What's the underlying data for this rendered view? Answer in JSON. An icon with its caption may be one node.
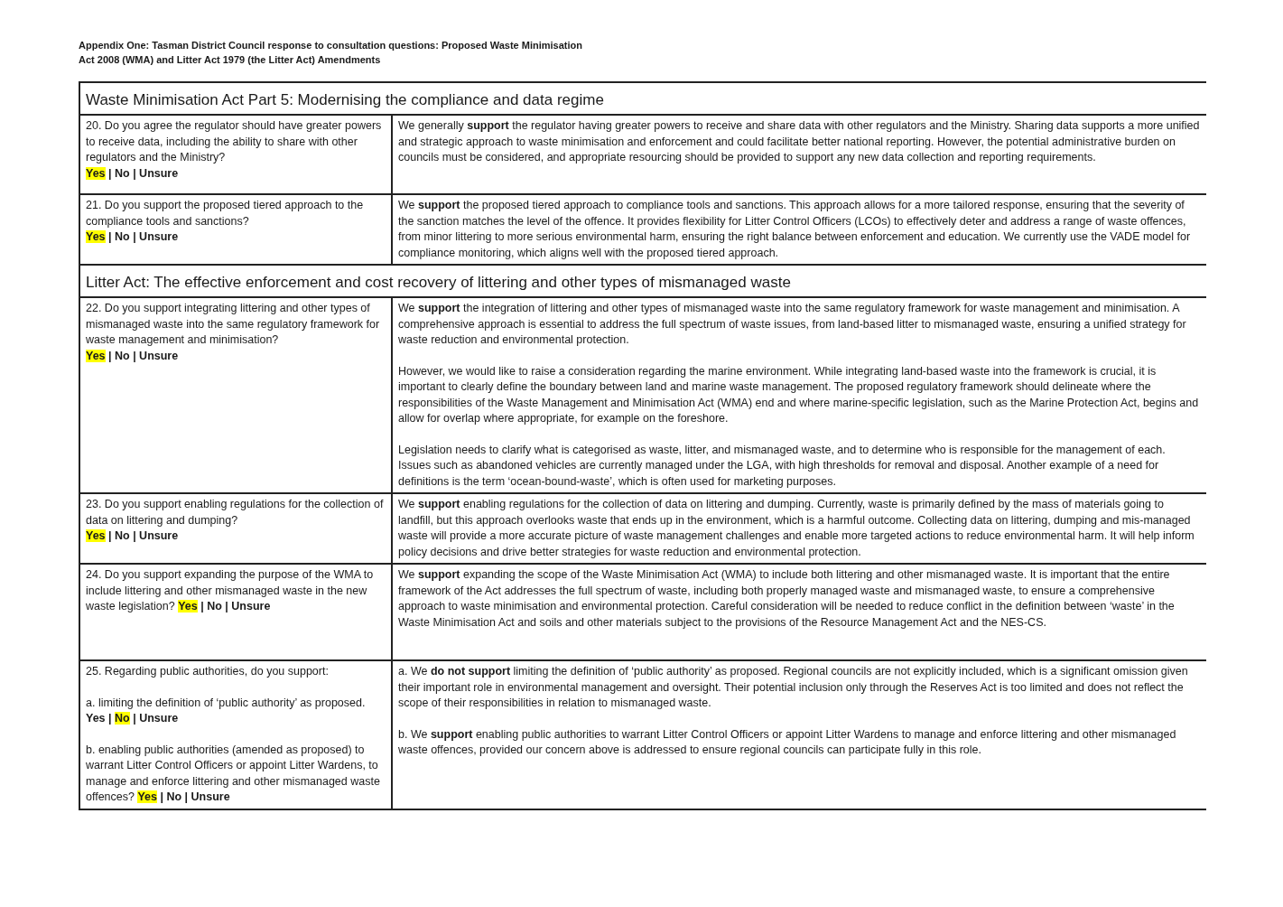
{
  "diagram": {
    "title": "Appendix One: Tasman District Council response to consultation questions: Proposed Waste Minimisation Act 2008 (WMA) and Litter Act 1979 (the Litter Act) Amendments",
    "nodes": [
      {
        "text": [
          "Waste Minimisation Act Part 5: Modernising the compliance and data regime"
        ]
      },
      {
        "text": [
          "20. Do you agree the regulator should have greater powers to receive data, including the ability to share with other regulators and the Ministry?",
          "Yes",
          "| No | Unsure"
        ]
      },
      {
        "text": [
          "We generally **support** the regulator having greater powers to receive and share data with other regulators and the Ministry. Sharing data supports a more unified and strategic approach to waste minimisation and enforcement and could facilitate better national reporting. However, the potential administrative burden on councils must be considered, and appropriate resourcing should be provided to support any new data collection and reporting requirements."
        ]
      },
      {
        "text": [
          "21. Do you support the proposed tiered approach to the compliance tools and sanctions?",
          "Yes",
          "| No | Unsure"
        ]
      },
      {
        "text": [
          "We **support** the proposed tiered approach to compliance tools and sanctions. This approach allows for a more tailored response, ensuring that the severity of the sanction matches the level of the offence. It provides flexibility for Litter Control Officers (LCOs) to effectively deter and address a range of waste offences, from minor littering to more serious environmental harm, ensuring the right balance between enforcement and education. We currently use the VADE model for compliance monitoring, which aligns well with the proposed tiered approach."
        ]
      },
      {
        "text": [
          "Litter Act: The effective enforcement and cost recovery of littering and other types of mismanaged waste"
        ]
      },
      {
        "text": [
          "22. Do you support integrating littering and other types of mismanaged waste into the same regulatory framework for waste management and minimisation?",
          "Yes",
          "| No | Unsure"
        ]
      },
      {
        "text": [
          "We **support** the integration of littering and other types of mismanaged waste into the same regulatory framework for waste management and minimisation. A comprehensive approach is essential to address the full spectrum of waste issues, from land-based litter to mismanaged waste, ensuring a unified strategy for waste reduction and environmental protection.",
          "However, we would like to raise a consideration regarding the marine environment. While integrating land-based waste into the framework is crucial, it is important to clearly define the boundary between land and marine waste management. The proposed regulatory framework should delineate where the responsibilities of the Waste Management and Minimisation Act (WMA) end and where marine-specific legislation, such as the Marine Protection Act, begins and allow for overlap where appropriate, for example on the foreshore.",
          "Legislation needs to clarify what is categorised as waste, litter, and mismanaged waste, and to determine who is responsible for the management of each. Issues such as abandoned vehicles are currently managed under the LGA, with high thresholds for removal and disposal. Another example of a need for definitions is the term ‘ocean-bound-waste’, which is often used for marketing purposes."
        ]
      },
      {
        "text": [
          "23. Do you support enabling regulations for the collection of data on littering and dumping?",
          "Yes",
          "| No | Unsure"
        ]
      },
      {
        "text": [
          "We **support** enabling regulations for the collection of data on littering and dumping. Currently, waste is primarily defined by the mass of materials going to landfill, but this approach overlooks waste that ends up in the environment, which is a harmful outcome. Collecting data on littering, dumping and mis-managed waste will provide a more accurate picture of waste management challenges and enable more targeted actions to reduce environmental harm. It will help inform policy decisions and drive better strategies for waste reduction and environmental protection."
        ]
      },
      {
        "text": [
          "24. Do you support expanding the purpose of the WMA to include littering and other mismanaged waste in the new waste legislation?",
          "Yes",
          "| No | Unsure"
        ]
      },
      {
        "text": [
          "We **support** expanding the scope of the Waste Minimisation Act (WMA) to include both littering and other mismanaged waste. It is important that the entire framework of the Act addresses the full spectrum of waste, including both properly managed waste and mismanaged waste, to ensure a comprehensive approach to waste minimisation and environmental protection. Careful consideration will be needed to reduce conflict in the definition between ‘waste’ in the Waste Minimisation Act and soils and other materials subject to the provisions of the Resource Management Act and the NES-CS."
        ]
      },
      {
        "text": [
          "25. Regarding public authorities, do you support:",
          "a. limiting the definition of ‘public authority’ as proposed.",
          "Yes |",
          "No",
          "| Unsure",
          "b. enabling public authorities (amended as proposed) to warrant Litter Control Officers or appoint Litter Wardens, to manage and enforce littering and other mismanaged waste offences?",
          "Yes",
          "| No | Unsure"
        ]
      },
      {
        "text": [
          "a. We **do not support** limiting the definition of ‘public authority’ as proposed. Regional councils are not explicitly included, which is a significant omission given their important role in environmental management and oversight. Their potential inclusion only through the Reserves Act is too limited and does not reflect the scope of their responsibilities in relation to mismanaged waste.",
          "b. We **support** enabling public authorities to warrant Litter Control Officers or appoint Litter Wardens to manage and enforce littering and other mismanaged waste offences, provided our concern above is addressed to ensure regional councils can participate fully in this role."
        ]
      }
    ]
  }
}
